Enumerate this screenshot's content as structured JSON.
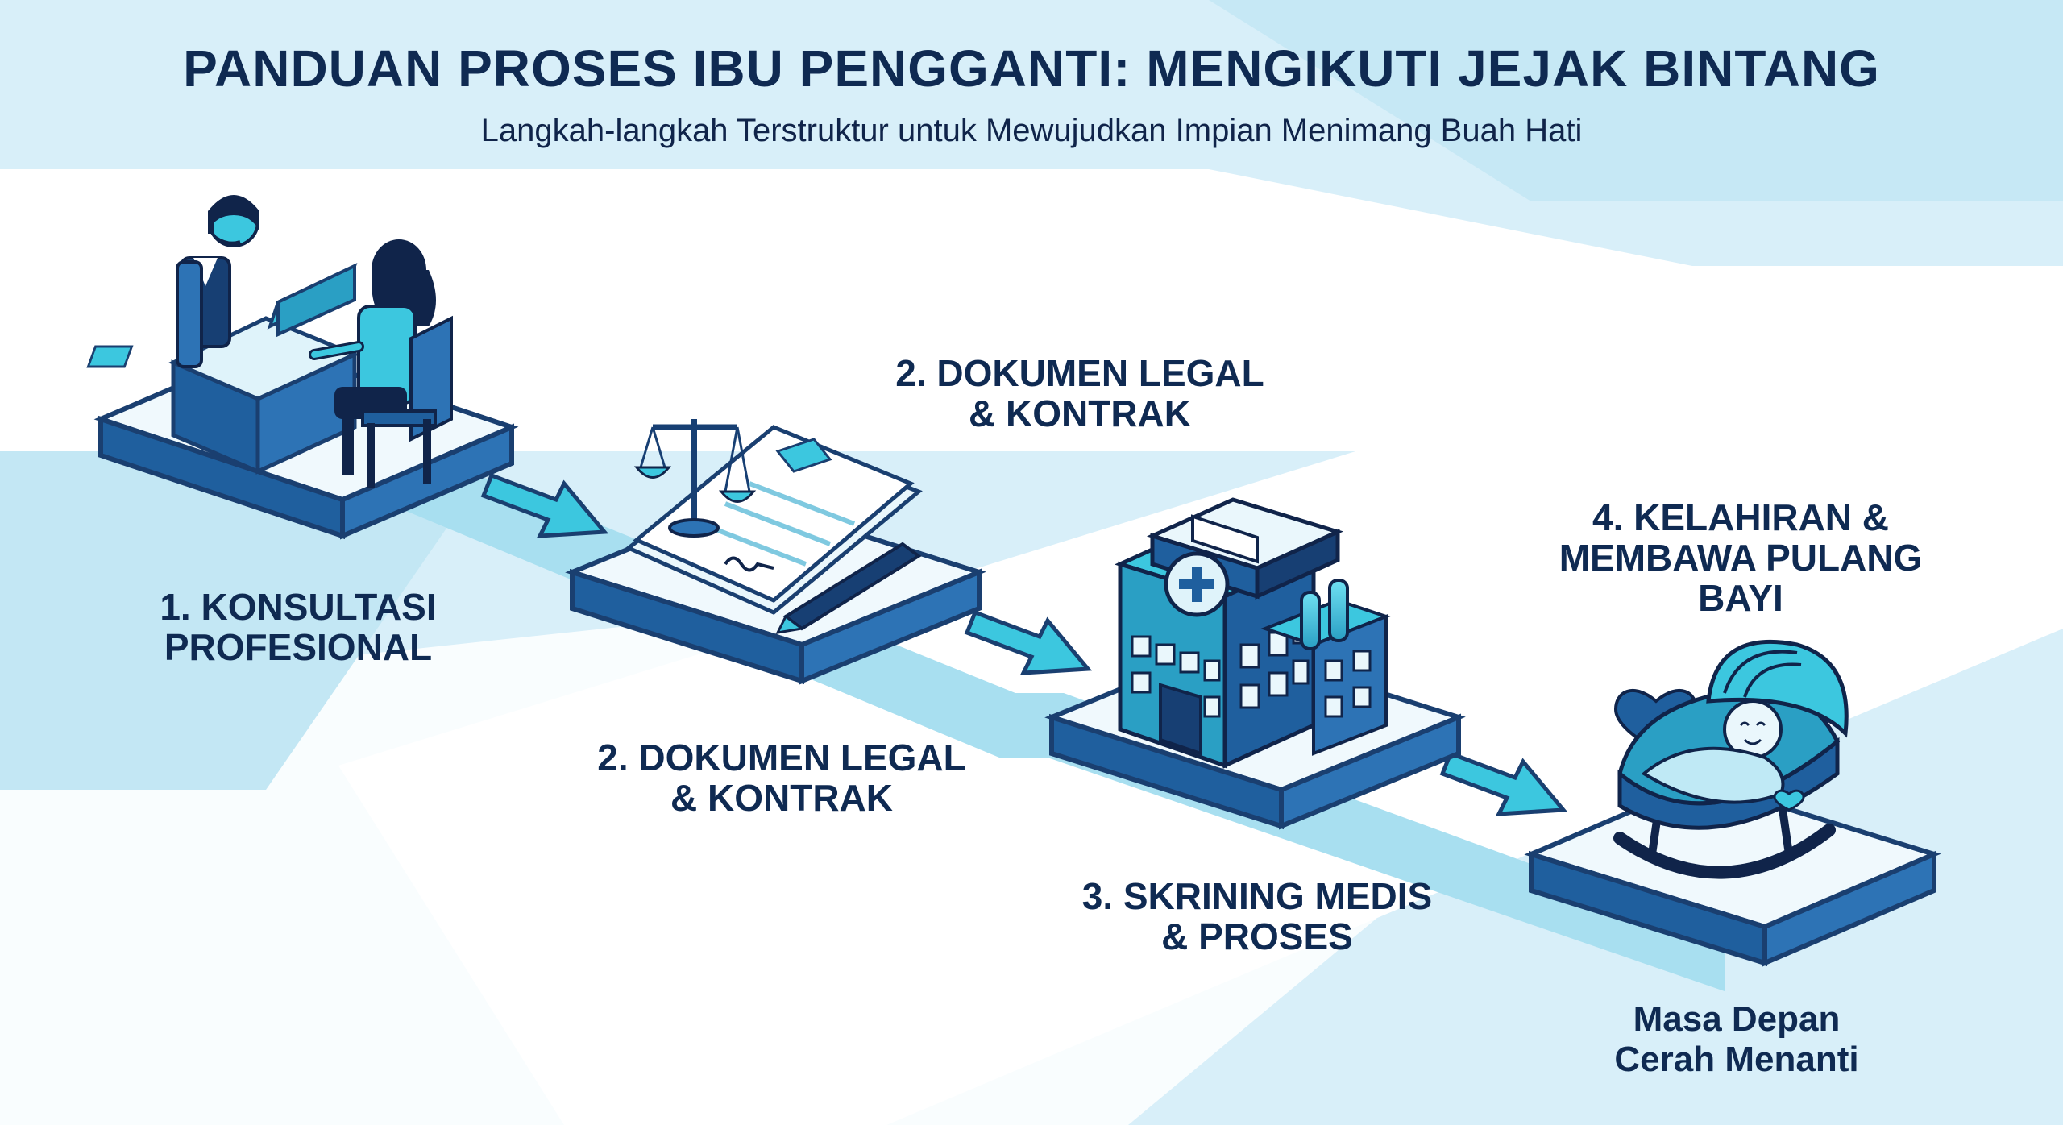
{
  "title": "PANDUAN PROSES IBU PENGGANTI: MENGIKUTI JEJAK BINTANG",
  "subtitle": "Langkah-langkah Terstruktur untuk Mewujudkan Impian Menimang Buah Hati",
  "steps": [
    {
      "label": "1. KONSULTASI\nPROFESIONAL",
      "icon": "consultation-icon"
    },
    {
      "label": "2. DOKUMEN LEGAL\n& KONTRAK",
      "icon": "legal-document-icon"
    },
    {
      "label": "2. DOKUMEN LEGAL\n& KONTRAK",
      "icon": "legal-document-icon"
    },
    {
      "label": "3. SKRINING MEDIS\n& PROSES",
      "icon": "hospital-icon"
    },
    {
      "label": "4. KELAHIRAN &\nMEMBAWA PULANG\nBAYI",
      "icon": "baby-cradle-icon"
    }
  ],
  "footer": "Masa Depan\nCerah Menanti",
  "colors": {
    "navy": "#0f2a52",
    "blue": "#1f5f9e",
    "teal": "#3cc7df",
    "light": "#eaf7fc",
    "bg": "#d6eef8"
  }
}
